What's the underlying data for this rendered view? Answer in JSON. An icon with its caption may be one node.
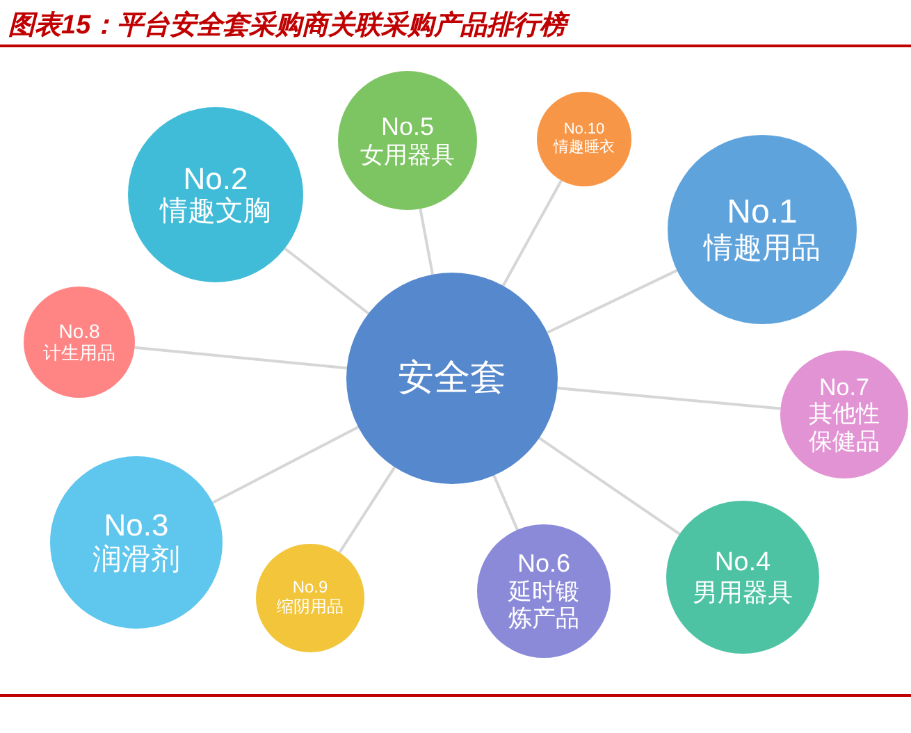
{
  "diagram": {
    "title": "图表15：平台安全套采购商关联采购产品排行榜",
    "nodes": [
      {
        "text": [
          "安全套"
        ]
      },
      {
        "text": [
          "No.2",
          "情趣文胸"
        ]
      },
      {
        "text": [
          "No.5",
          "女用器具"
        ]
      },
      {
        "text": [
          "No.10",
          "情趣睡衣"
        ]
      },
      {
        "text": [
          "No.1",
          "情趣用品"
        ]
      },
      {
        "text": [
          "No.8",
          "计生用品"
        ]
      },
      {
        "text": [
          "No.7",
          "其他性保健品"
        ]
      },
      {
        "text": [
          "No.3",
          "润滑剂"
        ]
      },
      {
        "text": [
          "No.9",
          "缩阴用品"
        ]
      },
      {
        "text": [
          "No.6",
          "延时锻炼产品"
        ]
      },
      {
        "text": [
          "No.4",
          "男用器具"
        ]
      }
    ],
    "edges": [
      {
        "from": 0,
        "to": 1,
        "arrow": "none"
      },
      {
        "from": 0,
        "to": 2,
        "arrow": "none"
      },
      {
        "from": 0,
        "to": 3,
        "arrow": "none"
      },
      {
        "from": 0,
        "to": 4,
        "arrow": "none"
      },
      {
        "from": 0,
        "to": 5,
        "arrow": "none"
      },
      {
        "from": 0,
        "to": 6,
        "arrow": "none"
      },
      {
        "from": 0,
        "to": 7,
        "arrow": "none"
      },
      {
        "from": 0,
        "to": 8,
        "arrow": "none"
      },
      {
        "from": 0,
        "to": 9,
        "arrow": "none"
      },
      {
        "from": 0,
        "to": 10,
        "arrow": "none"
      }
    ]
  }
}
